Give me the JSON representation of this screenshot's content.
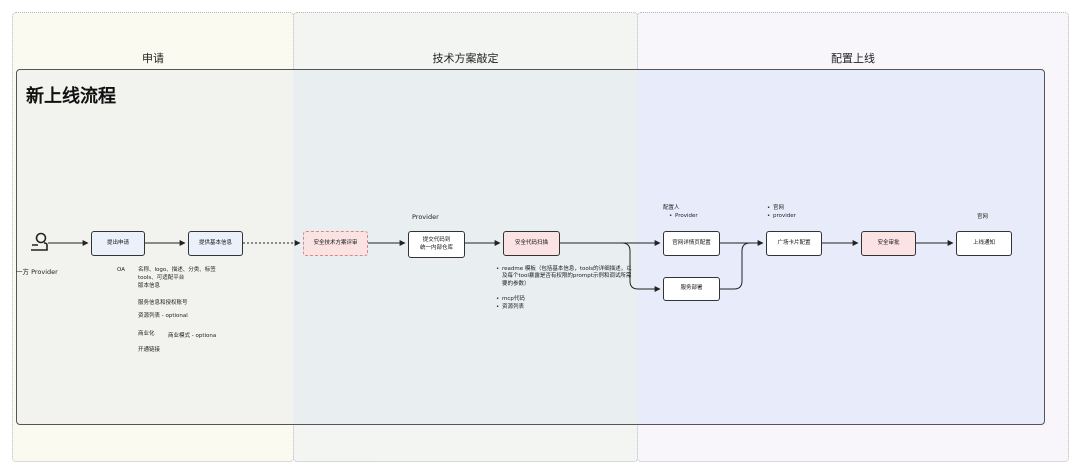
{
  "lanes": [
    {
      "title": "申请"
    },
    {
      "title": "技术方案敲定"
    },
    {
      "title": "配置上线"
    }
  ],
  "flow_title": "新上线流程",
  "actor": {
    "label": "一方 Provider",
    "icon": "person-icon"
  },
  "nodes": {
    "submit": "提出申请",
    "basic_info": "提供基本信息",
    "security_review": "安全技术方案评审",
    "submit_code": "提交代码到\n统一内部仓库",
    "code_scan": "安全代码扫描",
    "website_config": "官网详情页配置",
    "deploy": "服务部署",
    "plaza_config": "广场卡片配置",
    "security_audit": "安全审批",
    "launch_notice": "上线通知"
  },
  "annotations": {
    "oa": "OA",
    "info_lines": [
      "名称、logo、描述、分类、标签",
      "tools、可适配平台",
      "版本信息"
    ],
    "service_info": "服务信息和授权账号",
    "resource_list": "资源列表 - optional",
    "commercial": "商业化",
    "business_model": "商业模式 - optiona",
    "billing": "开通链接",
    "provider_label": "Provider",
    "scan_bullets": [
      "readme 模板（包括基本信息，tools的详细描述，以及每个tool暴露是否有权限的prompt示例和调试所需要的参数）",
      "mcp代码",
      "资源列表"
    ],
    "config_owner": "配置人",
    "config_owner_bullets": [
      "Provider"
    ],
    "plaza_bullets": [
      "官网",
      "provider"
    ],
    "audit_owner": "官网"
  },
  "colors": {
    "lane1": "#fbfaf0",
    "lane2": "#f3f5f3",
    "lane3": "#f8f6fb",
    "flow_lane1": "#f2f2ef",
    "flow_lane2": "#e9eef0",
    "flow_lane3": "#e8ecfa",
    "node_blue": "#eaf1fb",
    "node_pink": "#fbe3e3"
  }
}
